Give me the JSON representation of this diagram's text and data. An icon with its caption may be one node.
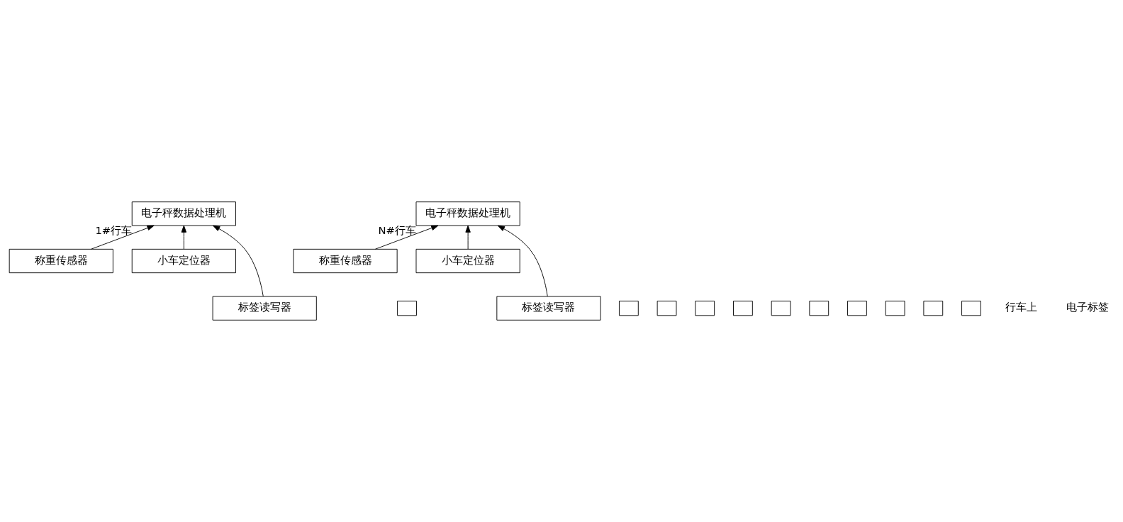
{
  "diagram": {
    "nodes": [
      {
        "text": [
          "电子秤数据处理机"
        ],
        "beside": [
          "1#行车"
        ]
      },
      {
        "text": [
          "称重传感器"
        ]
      },
      {
        "text": [
          "小车定位器"
        ]
      },
      {
        "text": [
          "标签读写器"
        ]
      },
      {
        "text": [],
        "shape": "box"
      },
      {
        "text": [
          "电子秤数据处理机"
        ],
        "beside": [
          "N#行车"
        ]
      },
      {
        "text": [
          "称重传感器"
        ]
      },
      {
        "text": [
          "小车定位器"
        ]
      },
      {
        "text": [
          "标签读写器"
        ]
      },
      {
        "text": [],
        "shape": "box"
      },
      {
        "text": [],
        "shape": "box"
      },
      {
        "text": [],
        "shape": "box"
      },
      {
        "text": [],
        "shape": "box"
      },
      {
        "text": [],
        "shape": "box"
      },
      {
        "text": [],
        "shape": "box"
      },
      {
        "text": [],
        "shape": "box"
      },
      {
        "text": [],
        "shape": "box"
      },
      {
        "text": [],
        "shape": "box"
      },
      {
        "text": [],
        "shape": "box"
      }
    ],
    "edges": [
      {
        "from": 1,
        "to": 0,
        "arrow": "to"
      },
      {
        "from": 3,
        "to": 0,
        "arrow": "to"
      },
      {
        "from": 2,
        "to": 0,
        "arrow": "to"
      },
      {
        "from": 6,
        "to": 5,
        "arrow": "to"
      },
      {
        "from": 8,
        "to": 5,
        "arrow": "to"
      },
      {
        "from": 7,
        "to": 5,
        "arrow": "to"
      }
    ],
    "labels": [
      "行车上",
      "电子标签"
    ]
  }
}
